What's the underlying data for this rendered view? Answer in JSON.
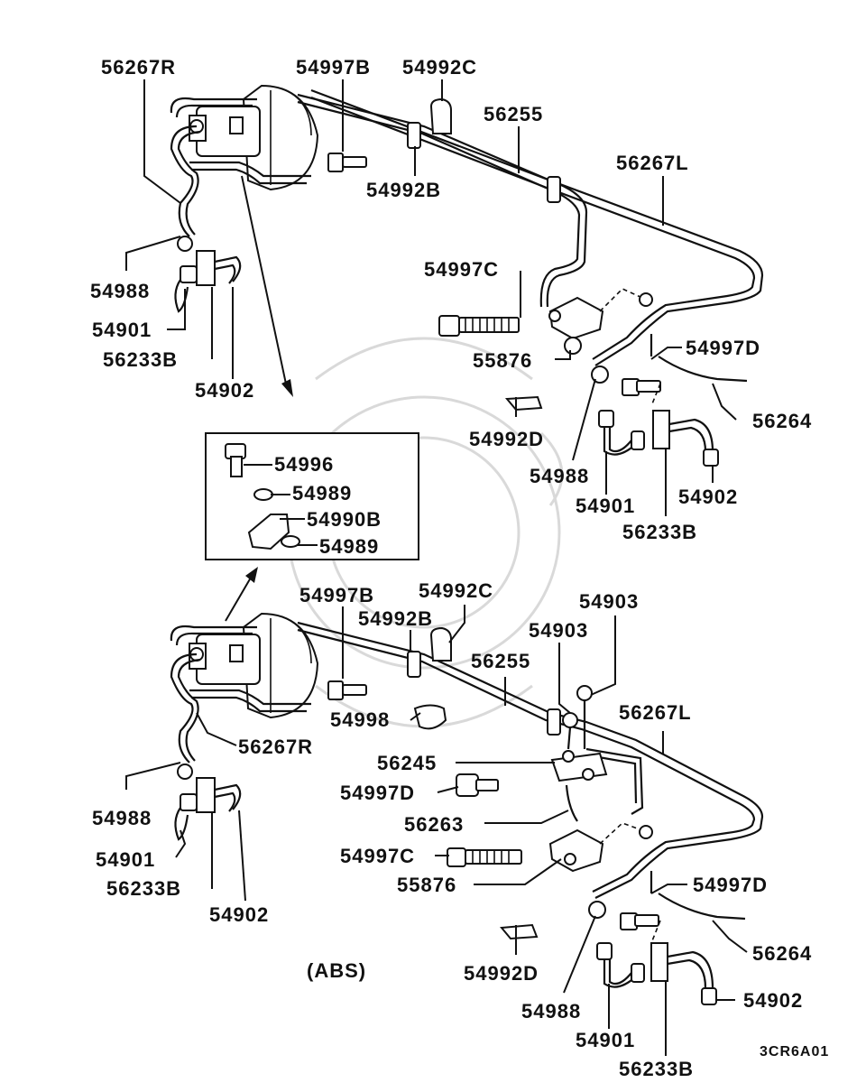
{
  "diagram": {
    "figure_code": "3CR6A01",
    "abs_caption": "(ABS)",
    "upper_labels": {
      "p56267R": "56267R",
      "p54997B": "54997B",
      "p54992C": "54992C",
      "p56255": "56255",
      "p56267L": "56267L",
      "p54992B": "54992B",
      "p54988": "54988",
      "p54997C": "54997C",
      "p54901": "54901",
      "p55876": "55876",
      "p54997D": "54997D",
      "p56233B": "56233B",
      "p54902": "54902",
      "p56264": "56264",
      "p54992D": "54992D",
      "r54988": "54988",
      "r54901": "54901",
      "r54902": "54902",
      "r56233B": "56233B"
    },
    "inset_labels": {
      "p54996": "54996",
      "p54989a": "54989",
      "p54990B": "54990B",
      "p54989b": "54989"
    },
    "lower_labels": {
      "p54997B": "54997B",
      "p54992C": "54992C",
      "p54903a": "54903",
      "p54992B": "54992B",
      "p54903b": "54903",
      "p56255": "56255",
      "p56267L": "56267L",
      "p54998": "54998",
      "p56267R": "56267R",
      "p56245": "56245",
      "p54988": "54988",
      "p54997D": "54997D",
      "p56263": "56263",
      "p54901": "54901",
      "p54997C": "54997C",
      "p55876": "55876",
      "p56233B": "56233B",
      "p54902": "54902",
      "r54997D": "54997D",
      "r56264": "56264",
      "r54902": "54902",
      "p54992D": "54992D",
      "r54988": "54988",
      "r54901": "54901",
      "r56233B": "56233B"
    }
  }
}
